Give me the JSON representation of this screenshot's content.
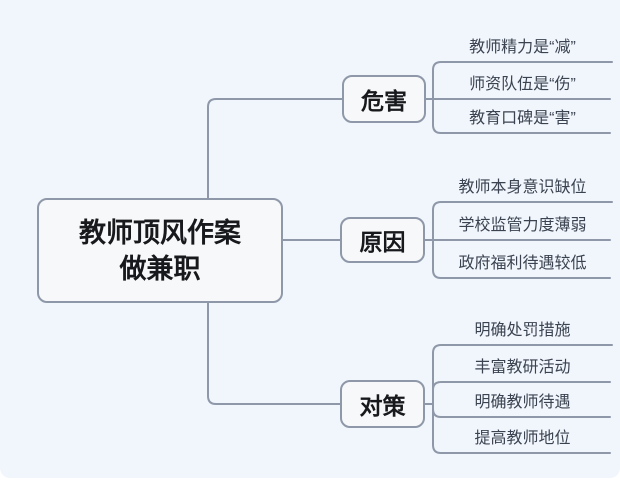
{
  "central_topic": {
    "line1": "教师顶风作案",
    "line2": "做兼职"
  },
  "branches": [
    {
      "label": "危害",
      "children": [
        "教师精力是“减”",
        "师资队伍是“伤”",
        "教育口碑是“害”"
      ]
    },
    {
      "label": "原因",
      "children": [
        "教师本身意识缺位",
        "学校监管力度薄弱",
        "政府福利待遇较低"
      ]
    },
    {
      "label": "对策",
      "children": [
        "明确处罚措施",
        "丰富教研活动",
        "明确教师待遇",
        "提高教师地位"
      ]
    }
  ],
  "colors": {
    "canvas_background": "#f1f6fc",
    "node_fill": "#f7f8f9",
    "connector_line": "#8f98a9",
    "topic_text": "#17191c",
    "leaf_text": "#3b4350"
  }
}
